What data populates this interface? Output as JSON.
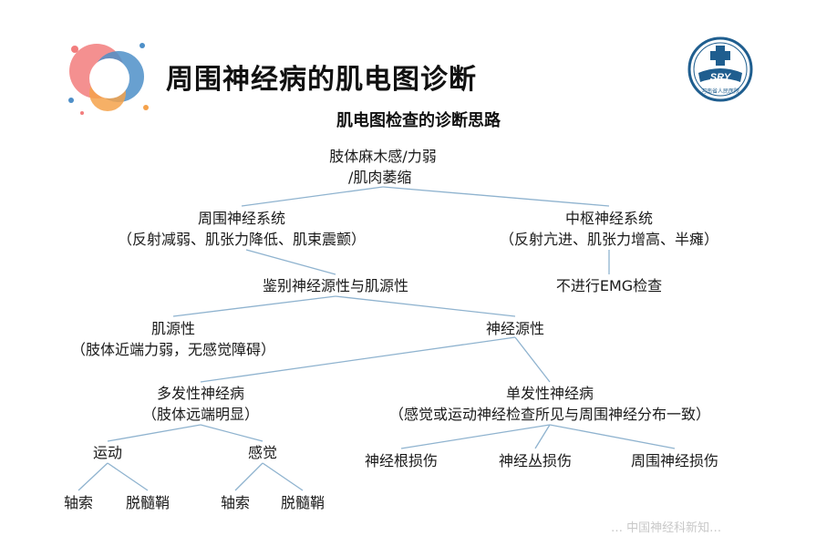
{
  "header": {
    "title": "周围神经病的肌电图诊断",
    "logo_text": "SRY",
    "logo_subtext": "河南省人民医院"
  },
  "diagram": {
    "subtitle": "肌电图检查的诊断思路",
    "nodes": {
      "root": [
        "肢体麻木感/力弱",
        "/肌肉萎缩"
      ],
      "peripheral": [
        "周围神经系统",
        "（反射减弱、肌张力降低、肌束震颤）"
      ],
      "central": [
        "中枢神经系统",
        "（反射亢进、肌张力增高、半瘫）"
      ],
      "differentiate": "鉴别神经源性与肌源性",
      "no_emg": "不进行EMG检查",
      "myogenic": [
        "肌源性",
        "（肢体近端力弱，无感觉障碍）"
      ],
      "neurogenic": "神经源性",
      "poly": [
        "多发性神经病",
        "（肢体远端明显）"
      ],
      "mono": [
        "单发性神经病",
        "（感觉或运动神经检查所见与周围神经分布一致）"
      ],
      "motor": "运动",
      "sensory": "感觉",
      "motor_axon": "轴索",
      "motor_demyelin": "脱髓鞘",
      "sensory_axon": "轴索",
      "sensory_demyelin": "脱髓鞘",
      "root_injury": "神经根损伤",
      "plexus_injury": "神经丛损伤",
      "peripheral_injury": "周围神经损伤"
    }
  },
  "watermark": "… 中国神经科新知…",
  "colors": {
    "line": "#8fb3cf",
    "logo_blue": "#1f5e8f",
    "text": "#1a1a1a"
  }
}
